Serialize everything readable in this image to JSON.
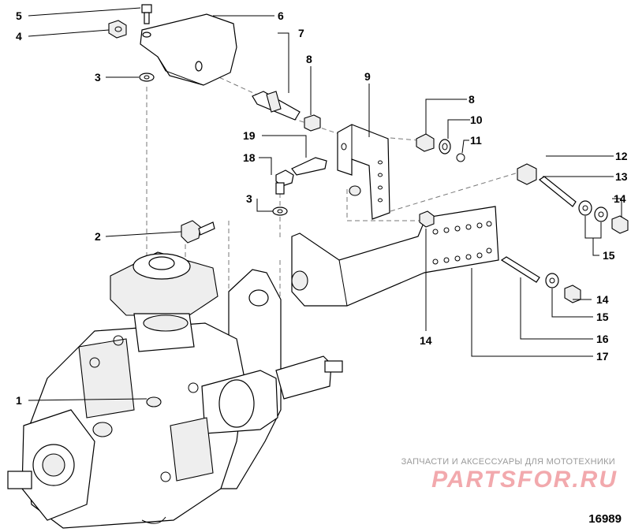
{
  "diagram_number": "16989",
  "watermark": {
    "tagline": "ЗАПЧАСТИ И АКСЕССУАРЫ ДЛЯ МОТОТЕХНИКИ",
    "logo_text": "PARTSFOR.RU"
  },
  "callouts": {
    "c5": "5",
    "c4": "4",
    "c3a": "3",
    "c6": "6",
    "c7": "7",
    "c8a": "8",
    "c9": "9",
    "c8b": "8",
    "c10": "10",
    "c11": "11",
    "c19": "19",
    "c18": "18",
    "c3b": "3",
    "c12": "12",
    "c13": "13",
    "c14a": "14",
    "c15a": "15",
    "c2": "2",
    "c14b": "14",
    "c14c": "14",
    "c15b": "15",
    "c16": "16",
    "c17": "17",
    "c1": "1"
  },
  "colors": {
    "line": "#000000",
    "dash": "#777777",
    "watermark_logo": "#f2a9ad",
    "watermark_text": "#9a9a9a"
  }
}
